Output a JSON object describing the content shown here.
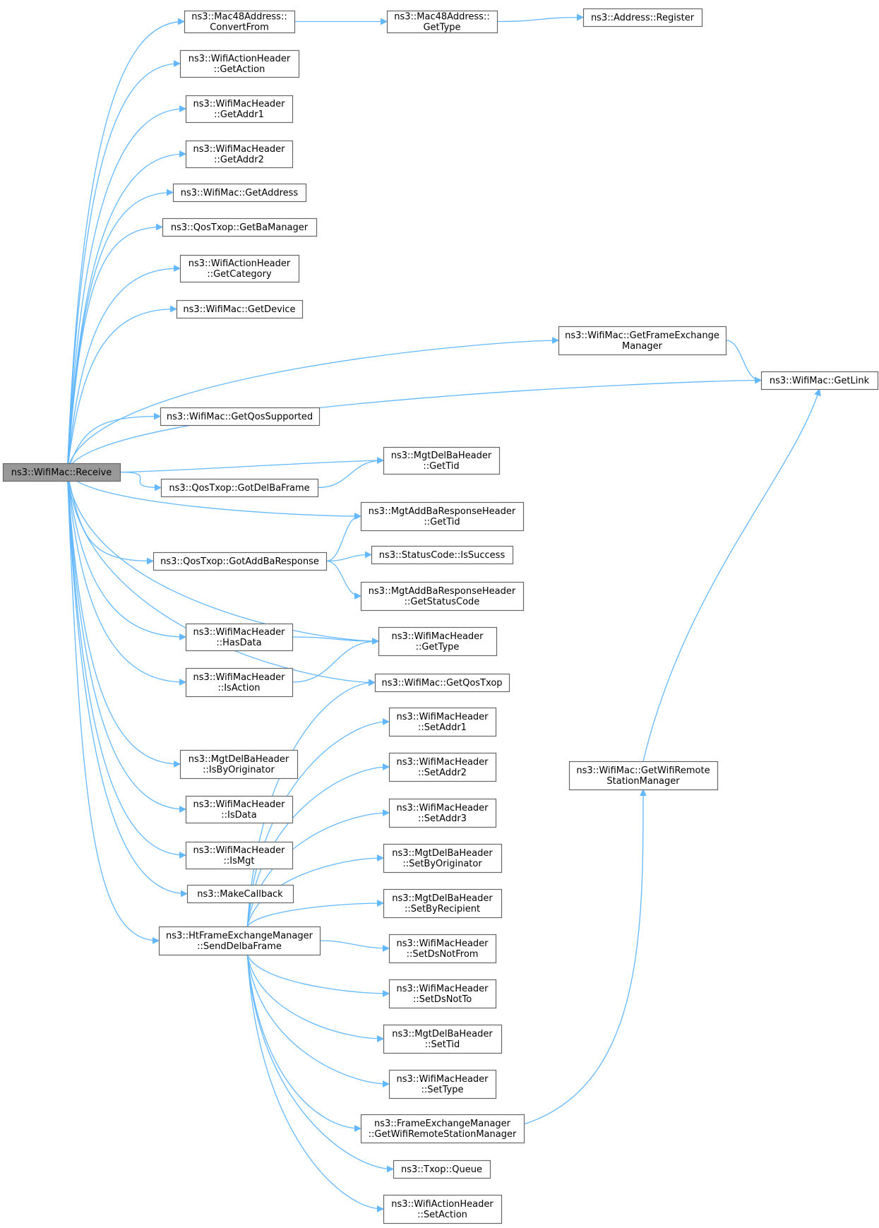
{
  "diagram": {
    "title": "",
    "nodes": [
      {
        "id": "receive",
        "label": [
          "ns3::WifiMac::Receive"
        ]
      },
      {
        "id": "mac48-convertfrom",
        "label": [
          "ns3::Mac48Address::",
          "ConvertFrom"
        ]
      },
      {
        "id": "mac48-gettype",
        "label": [
          "ns3::Mac48Address::",
          "GetType"
        ]
      },
      {
        "id": "address-register",
        "label": [
          "ns3::Address::Register"
        ]
      },
      {
        "id": "actionhdr-getaction",
        "label": [
          "ns3::WifiActionHeader",
          "::GetAction"
        ]
      },
      {
        "id": "machdr-getaddr1",
        "label": [
          "ns3::WifiMacHeader",
          "::GetAddr1"
        ]
      },
      {
        "id": "machdr-getaddr2",
        "label": [
          "ns3::WifiMacHeader",
          "::GetAddr2"
        ]
      },
      {
        "id": "wifimac-getaddress",
        "label": [
          "ns3::WifiMac::GetAddress"
        ]
      },
      {
        "id": "qostxop-getbamanager",
        "label": [
          "ns3::QosTxop::GetBaManager"
        ]
      },
      {
        "id": "actionhdr-getcategory",
        "label": [
          "ns3::WifiActionHeader",
          "::GetCategory"
        ]
      },
      {
        "id": "wifimac-getdevice",
        "label": [
          "ns3::WifiMac::GetDevice"
        ]
      },
      {
        "id": "wifimac-getfem",
        "label": [
          "ns3::WifiMac::GetFrameExchange",
          "Manager"
        ]
      },
      {
        "id": "wifimac-getlink",
        "label": [
          "ns3::WifiMac::GetLink"
        ]
      },
      {
        "id": "wifimac-getqossupported",
        "label": [
          "ns3::WifiMac::GetQosSupported"
        ]
      },
      {
        "id": "delba-gettid",
        "label": [
          "ns3::MgtDelBaHeader",
          "::GetTid"
        ]
      },
      {
        "id": "qostxop-gotdelbaframe",
        "label": [
          "ns3::QosTxop::GotDelBaFrame"
        ]
      },
      {
        "id": "addbaresp-gettid",
        "label": [
          "ns3::MgtAddBaResponseHeader",
          "::GetTid"
        ]
      },
      {
        "id": "qostxop-gotaddbaresponse",
        "label": [
          "ns3::QosTxop::GotAddBaResponse"
        ]
      },
      {
        "id": "statuscode-issuccess",
        "label": [
          "ns3::StatusCode::IsSuccess"
        ]
      },
      {
        "id": "addbaresp-getstatuscode",
        "label": [
          "ns3::MgtAddBaResponseHeader",
          "::GetStatusCode"
        ]
      },
      {
        "id": "machdr-hasdata",
        "label": [
          "ns3::WifiMacHeader",
          "::HasData"
        ]
      },
      {
        "id": "machdr-gettype",
        "label": [
          "ns3::WifiMacHeader",
          "::GetType"
        ]
      },
      {
        "id": "machdr-isaction",
        "label": [
          "ns3::WifiMacHeader",
          "::IsAction"
        ]
      },
      {
        "id": "wifimac-getqostxop",
        "label": [
          "ns3::WifiMac::GetQosTxop"
        ]
      },
      {
        "id": "machdr-setaddr1",
        "label": [
          "ns3::WifiMacHeader",
          "::SetAddr1"
        ]
      },
      {
        "id": "wifimac-getwrsm",
        "label": [
          "ns3::WifiMac::GetWifiRemote",
          "StationManager"
        ]
      },
      {
        "id": "delba-isbyoriginator",
        "label": [
          "ns3::MgtDelBaHeader",
          "::IsByOriginator"
        ]
      },
      {
        "id": "machdr-setaddr2",
        "label": [
          "ns3::WifiMacHeader",
          "::SetAddr2"
        ]
      },
      {
        "id": "machdr-isdata",
        "label": [
          "ns3::WifiMacHeader",
          "::IsData"
        ]
      },
      {
        "id": "machdr-setaddr3",
        "label": [
          "ns3::WifiMacHeader",
          "::SetAddr3"
        ]
      },
      {
        "id": "machdr-ismgt",
        "label": [
          "ns3::WifiMacHeader",
          "::IsMgt"
        ]
      },
      {
        "id": "delba-setbyoriginator",
        "label": [
          "ns3::MgtDelBaHeader",
          "::SetByOriginator"
        ]
      },
      {
        "id": "makecallback",
        "label": [
          "ns3::MakeCallback"
        ]
      },
      {
        "id": "delba-setbyrecipient",
        "label": [
          "ns3::MgtDelBaHeader",
          "::SetByRecipient"
        ]
      },
      {
        "id": "htfem-senddelbaframe",
        "label": [
          "ns3::HtFrameExchangeManager",
          "::SendDelbaFrame"
        ]
      },
      {
        "id": "machdr-setdsnotfrom",
        "label": [
          "ns3::WifiMacHeader",
          "::SetDsNotFrom"
        ]
      },
      {
        "id": "machdr-setdsnotto",
        "label": [
          "ns3::WifiMacHeader",
          "::SetDsNotTo"
        ]
      },
      {
        "id": "delba-settid",
        "label": [
          "ns3::MgtDelBaHeader",
          "::SetTid"
        ]
      },
      {
        "id": "machdr-settype",
        "label": [
          "ns3::WifiMacHeader",
          "::SetType"
        ]
      },
      {
        "id": "fem-getwrsm",
        "label": [
          "ns3::FrameExchangeManager",
          "::GetWifiRemoteStationManager"
        ]
      },
      {
        "id": "txop-queue",
        "label": [
          "ns3::Txop::Queue"
        ]
      },
      {
        "id": "actionhdr-setaction",
        "label": [
          "ns3::WifiActionHeader",
          "::SetAction"
        ]
      }
    ],
    "edges": [
      [
        "receive",
        "mac48-convertfrom"
      ],
      [
        "mac48-convertfrom",
        "mac48-gettype"
      ],
      [
        "mac48-gettype",
        "address-register"
      ],
      [
        "receive",
        "actionhdr-getaction"
      ],
      [
        "receive",
        "machdr-getaddr1"
      ],
      [
        "receive",
        "machdr-getaddr2"
      ],
      [
        "receive",
        "wifimac-getaddress"
      ],
      [
        "receive",
        "qostxop-getbamanager"
      ],
      [
        "receive",
        "actionhdr-getcategory"
      ],
      [
        "receive",
        "wifimac-getdevice"
      ],
      [
        "receive",
        "wifimac-getfem"
      ],
      [
        "wifimac-getfem",
        "wifimac-getlink"
      ],
      [
        "receive",
        "wifimac-getlink"
      ],
      [
        "receive",
        "wifimac-getqossupported"
      ],
      [
        "receive",
        "delba-gettid"
      ],
      [
        "receive",
        "qostxop-gotdelbaframe"
      ],
      [
        "qostxop-gotdelbaframe",
        "delba-gettid"
      ],
      [
        "receive",
        "addbaresp-gettid"
      ],
      [
        "receive",
        "qostxop-gotaddbaresponse"
      ],
      [
        "qostxop-gotaddbaresponse",
        "addbaresp-gettid"
      ],
      [
        "qostxop-gotaddbaresponse",
        "statuscode-issuccess"
      ],
      [
        "qostxop-gotaddbaresponse",
        "addbaresp-getstatuscode"
      ],
      [
        "receive",
        "machdr-gettype"
      ],
      [
        "receive",
        "machdr-hasdata"
      ],
      [
        "machdr-hasdata",
        "machdr-gettype"
      ],
      [
        "receive",
        "machdr-isaction"
      ],
      [
        "machdr-isaction",
        "machdr-gettype"
      ],
      [
        "receive",
        "wifimac-getqostxop"
      ],
      [
        "receive",
        "delba-isbyoriginator"
      ],
      [
        "receive",
        "machdr-isdata"
      ],
      [
        "receive",
        "machdr-ismgt"
      ],
      [
        "receive",
        "makecallback"
      ],
      [
        "receive",
        "htfem-senddelbaframe"
      ],
      [
        "htfem-senddelbaframe",
        "wifimac-getqostxop"
      ],
      [
        "htfem-senddelbaframe",
        "machdr-setaddr1"
      ],
      [
        "htfem-senddelbaframe",
        "machdr-setaddr2"
      ],
      [
        "htfem-senddelbaframe",
        "machdr-setaddr3"
      ],
      [
        "htfem-senddelbaframe",
        "delba-setbyoriginator"
      ],
      [
        "htfem-senddelbaframe",
        "delba-setbyrecipient"
      ],
      [
        "htfem-senddelbaframe",
        "machdr-setdsnotfrom"
      ],
      [
        "htfem-senddelbaframe",
        "machdr-setdsnotto"
      ],
      [
        "htfem-senddelbaframe",
        "delba-settid"
      ],
      [
        "htfem-senddelbaframe",
        "machdr-settype"
      ],
      [
        "htfem-senddelbaframe",
        "fem-getwrsm"
      ],
      [
        "fem-getwrsm",
        "wifimac-getwrsm"
      ],
      [
        "wifimac-getwrsm",
        "wifimac-getlink"
      ],
      [
        "htfem-senddelbaframe",
        "txop-queue"
      ],
      [
        "htfem-senddelbaframe",
        "actionhdr-setaction"
      ]
    ]
  },
  "colors": {
    "edge": "#63b8ff",
    "node_border": "#666666",
    "root_fill": "#999999",
    "node_fill": "#ffffff"
  }
}
